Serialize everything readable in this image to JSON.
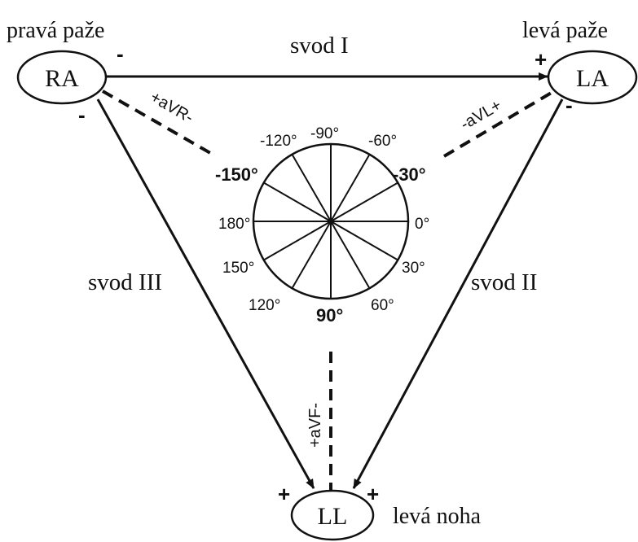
{
  "electrodes": {
    "ra": {
      "label": "RA",
      "caption": "pravá paže"
    },
    "la": {
      "label": "LA",
      "caption": "levá paže"
    },
    "ll": {
      "label": "LL",
      "caption": "levá noha"
    }
  },
  "leads": {
    "lead_i": "svod I",
    "lead_ii": "svod II",
    "lead_iii": "svod III"
  },
  "augmented": {
    "avr": "+aVR-",
    "avl": "-aVL+",
    "avf": "+aVF-"
  },
  "signs": {
    "ra_top": "-",
    "ra_bottom": "-",
    "la_top": "+",
    "la_bottom": "-",
    "ll_left": "+",
    "ll_right": "+"
  },
  "axis_degrees": {
    "m120": "-120°",
    "m90": "-90°",
    "m60": "-60°",
    "m150": "-150°",
    "m30": "-30°",
    "d180": "180°",
    "d0": "0°",
    "d150": "150°",
    "d30": "30°",
    "d120": "120°",
    "d90": "90°",
    "d60": "60°"
  }
}
